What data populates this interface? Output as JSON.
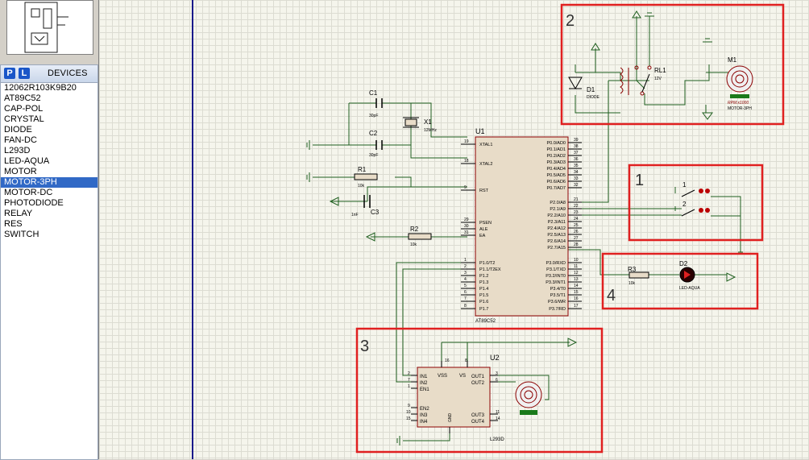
{
  "sidebar": {
    "buttons": {
      "pick": "P",
      "library": "L"
    },
    "title": "DEVICES",
    "devices": [
      {
        "label": "12062R103K9B20"
      },
      {
        "label": "AT89C52"
      },
      {
        "label": "CAP-POL"
      },
      {
        "label": "CRYSTAL"
      },
      {
        "label": "DIODE"
      },
      {
        "label": "FAN-DC"
      },
      {
        "label": "L293D"
      },
      {
        "label": "LED-AQUA"
      },
      {
        "label": "MOTOR"
      },
      {
        "label": "MOTOR-3PH",
        "selected": true
      },
      {
        "label": "MOTOR-DC"
      },
      {
        "label": "PHOTODIODE"
      },
      {
        "label": "RELAY"
      },
      {
        "label": "RES"
      },
      {
        "label": "SWITCH"
      }
    ]
  },
  "schematic": {
    "regions": [
      "1",
      "2",
      "3",
      "4"
    ],
    "u1": {
      "ref": "U1",
      "part": "AT89C52",
      "left_pins": [
        {
          "num": "19",
          "name": "XTAL1"
        },
        {
          "num": "18",
          "name": "XTAL2"
        },
        {
          "num": "9",
          "name": "RST"
        },
        {
          "num": "29",
          "name": "PSEN"
        },
        {
          "num": "30",
          "name": "ALE"
        },
        {
          "num": "31",
          "name": "EA"
        },
        {
          "num": "1",
          "name": "P1.0/T2"
        },
        {
          "num": "2",
          "name": "P1.1/T2EX"
        },
        {
          "num": "3",
          "name": "P1.2"
        },
        {
          "num": "4",
          "name": "P1.3"
        },
        {
          "num": "5",
          "name": "P1.4"
        },
        {
          "num": "6",
          "name": "P1.5"
        },
        {
          "num": "7",
          "name": "P1.6"
        },
        {
          "num": "8",
          "name": "P1.7"
        }
      ],
      "right_pins": [
        {
          "num": "39",
          "name": "P0.0/AD0"
        },
        {
          "num": "38",
          "name": "P0.1/AD1"
        },
        {
          "num": "37",
          "name": "P0.2/AD2"
        },
        {
          "num": "36",
          "name": "P0.3/AD3"
        },
        {
          "num": "35",
          "name": "P0.4/AD4"
        },
        {
          "num": "34",
          "name": "P0.5/AD5"
        },
        {
          "num": "33",
          "name": "P0.6/AD6"
        },
        {
          "num": "32",
          "name": "P0.7/AD7"
        },
        {
          "num": "21",
          "name": "P2.0/A8"
        },
        {
          "num": "22",
          "name": "P2.1/A9"
        },
        {
          "num": "23",
          "name": "P2.2/A10"
        },
        {
          "num": "24",
          "name": "P2.3/A11"
        },
        {
          "num": "25",
          "name": "P2.4/A12"
        },
        {
          "num": "26",
          "name": "P2.5/A13"
        },
        {
          "num": "27",
          "name": "P2.6/A14"
        },
        {
          "num": "28",
          "name": "P2.7/A15"
        },
        {
          "num": "10",
          "name": "P3.0/RXD"
        },
        {
          "num": "11",
          "name": "P3.1/TXD"
        },
        {
          "num": "12",
          "name": "P3.2/INT0"
        },
        {
          "num": "13",
          "name": "P3.3/INT1"
        },
        {
          "num": "14",
          "name": "P3.4/T0"
        },
        {
          "num": "15",
          "name": "P3.5/T1"
        },
        {
          "num": "16",
          "name": "P3.6/WR"
        },
        {
          "num": "17",
          "name": "P3.7/RD"
        }
      ]
    },
    "c1": {
      "ref": "C1",
      "value": "30pF"
    },
    "c2": {
      "ref": "C2",
      "value": "30pF"
    },
    "c3": {
      "ref": "C3",
      "value": "1nF"
    },
    "x1": {
      "ref": "X1",
      "value": "12MHz"
    },
    "r1": {
      "ref": "R1",
      "value": "10k"
    },
    "r2": {
      "ref": "R2",
      "value": "10k"
    },
    "r3": {
      "ref": "R3",
      "value": "10k"
    },
    "d1": {
      "ref": "D1",
      "value": "DIODE"
    },
    "rl1": {
      "ref": "RL1",
      "value": "12V"
    },
    "m1": {
      "ref": "M1",
      "rpm": "RPM:x1000",
      "value": "MOTOR-3PH"
    },
    "d2": {
      "ref": "D2",
      "value": "LED-AQUA"
    },
    "switches": [
      "1",
      "2"
    ],
    "u2": {
      "ref": "U2",
      "part": "L293D",
      "pins": {
        "vss": "VSS",
        "vs": "VS",
        "gnd": "GND",
        "vss_num": "16",
        "vs_num": "8",
        "gnd_num": "",
        "in1": "IN1",
        "in2": "IN2",
        "en1": "EN1",
        "en2": "EN2",
        "in3": "IN3",
        "in4": "IN4",
        "out1": "OUT1",
        "out2": "OUT2",
        "out3": "OUT3",
        "out4": "OUT4",
        "in1_num": "2",
        "in2_num": "7",
        "en1_num": "1",
        "en2_num": "9",
        "in3_num": "10",
        "in4_num": "15",
        "out1_num": "3",
        "out2_num": "6",
        "out3_num": "11",
        "out4_num": "14"
      }
    }
  }
}
